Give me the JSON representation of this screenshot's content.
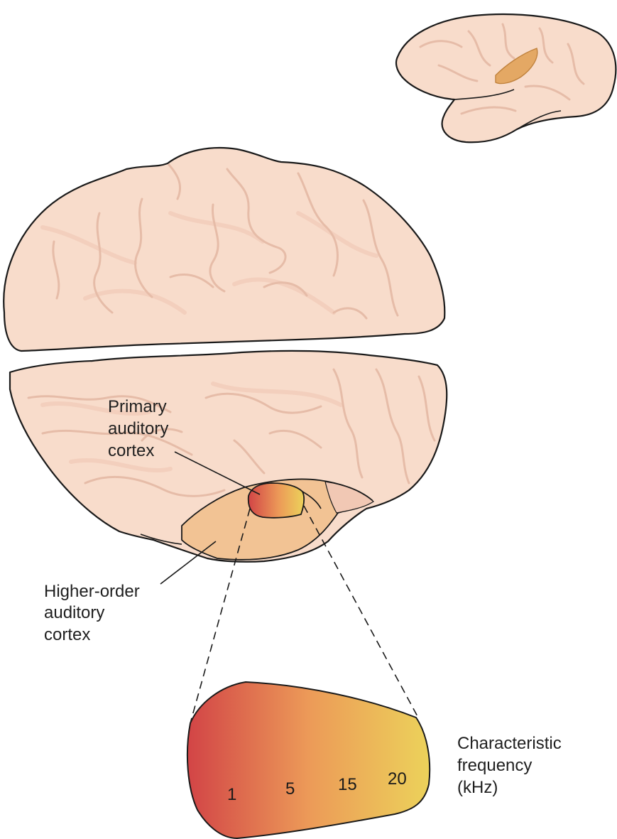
{
  "labels": {
    "primary": [
      "Primary",
      "auditory",
      "cortex"
    ],
    "higher_order": [
      "Higher-order",
      "auditory",
      "cortex"
    ],
    "characteristic": [
      "Characteristic",
      "frequency",
      "(kHz)"
    ]
  },
  "tonotopic_map": {
    "frequencies_khz": [
      "1",
      "5",
      "15",
      "20"
    ],
    "gradient": {
      "low": "#d24446",
      "mid": "#ec9a58",
      "high": "#ecd25a"
    }
  },
  "colors": {
    "brain_fill": "#f8dccb",
    "sulcus": "#e6bca8",
    "auditory_region": "#f2c394",
    "outline": "#1a1a1a"
  }
}
